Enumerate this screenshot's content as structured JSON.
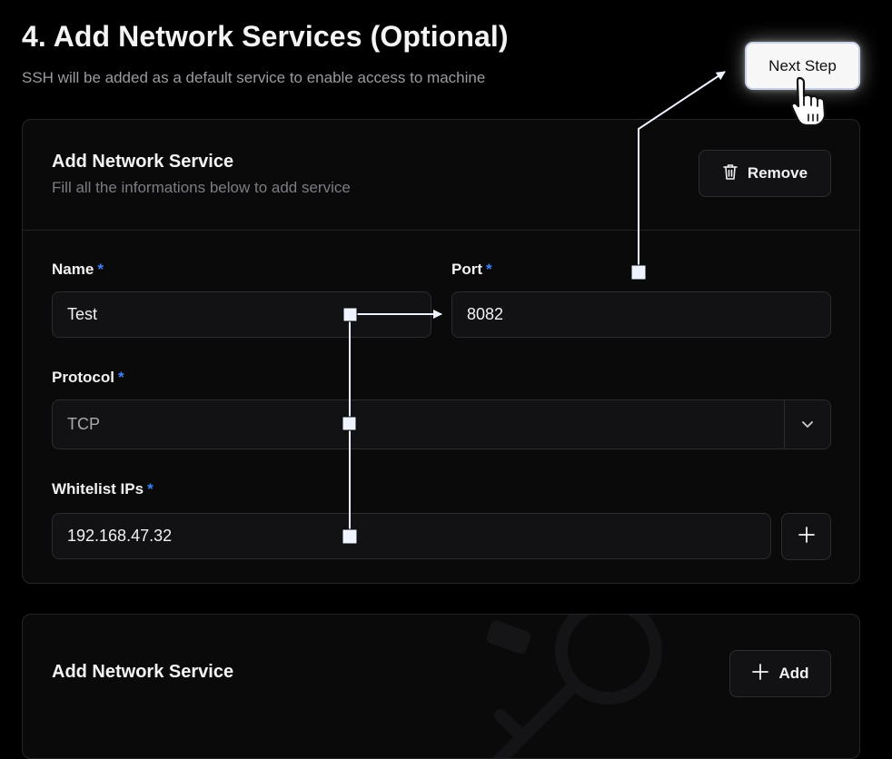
{
  "header": {
    "title": "4. Add Network Services (Optional)",
    "subtitle": "SSH will be added as a default service to enable access to machine",
    "next_step_label": "Next Step"
  },
  "service_card": {
    "title": "Add Network Service",
    "subtitle": "Fill all the informations below to add service",
    "remove_label": "Remove",
    "remove_icon": "trash-icon",
    "required_mark": "*",
    "fields": {
      "name": {
        "label": "Name",
        "value": "Test"
      },
      "port": {
        "label": "Port",
        "value": "8082"
      },
      "protocol": {
        "label": "Protocol",
        "value": "TCP",
        "icon": "chevron-down-icon"
      },
      "whitelist": {
        "label": "Whitelist IPs",
        "value": "192.168.47.32",
        "add_icon": "plus-icon"
      }
    }
  },
  "add_card": {
    "title": "Add Network Service",
    "add_label": "Add",
    "add_icon": "plus-icon"
  },
  "colors": {
    "background": "#000000",
    "card": "#0a0a0b",
    "border": "#26262a",
    "required": "#3b82f6",
    "annotation": "#e8efff"
  }
}
